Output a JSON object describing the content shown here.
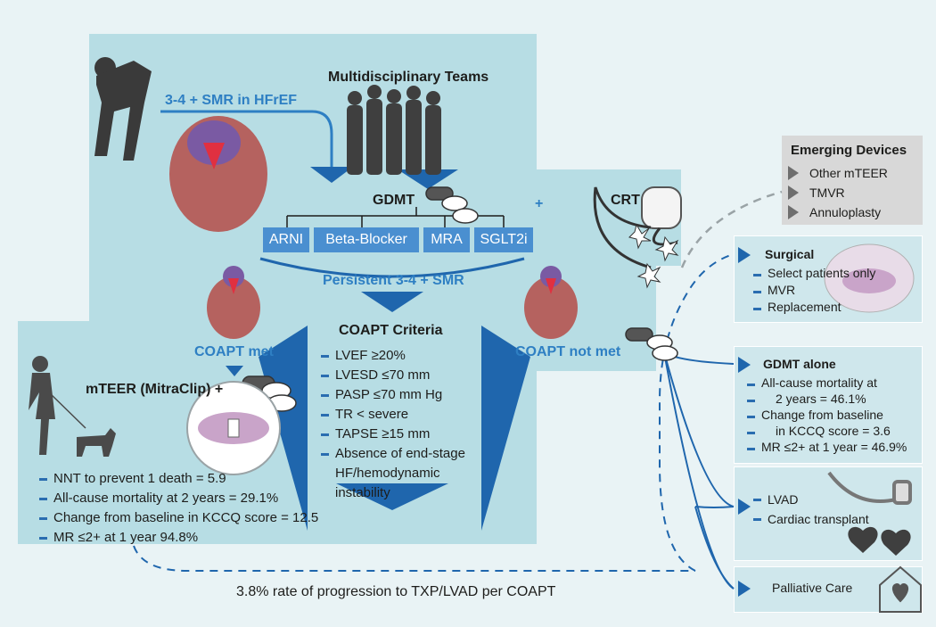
{
  "top": {
    "title": "Multidisciplinary Teams",
    "entry": "3-4 + SMR in HFrEF",
    "gdmt": "GDMT",
    "plus": "+",
    "crt": "CRT",
    "drugs": [
      "ARNI",
      "Beta-Blocker",
      "MRA",
      "SGLT2i"
    ]
  },
  "middle": {
    "persistent": "Persistent 3-4 + SMR",
    "coapt_met": "COAPT met",
    "coapt_not_met": "COAPT not met"
  },
  "criteria": {
    "title": "COAPT Criteria",
    "items": [
      "LVEF ≥20%",
      "LVESD ≤70 mm",
      "PASP ≤70 mm Hg",
      "TR < severe",
      "TAPSE ≥15 mm",
      "Absence of end-stage",
      "HF/hemodynamic",
      "instability"
    ]
  },
  "mteer": {
    "title": "mTEER (MitraClip) +",
    "items": [
      "NNT to prevent 1 death = 5.9",
      "All-cause mortality at 2 years = 29.1%",
      "Change from baseline in KCCQ score = 12.5",
      "MR ≤2+ at 1 year 94.8%"
    ]
  },
  "emerging": {
    "title": "Emerging Devices",
    "items": [
      "Other mTEER",
      "TMVR",
      "Annuloplasty"
    ]
  },
  "surgical": {
    "title": "Surgical",
    "items": [
      "Select patients only",
      "MVR",
      "Replacement"
    ]
  },
  "gdmt_alone": {
    "title": "GDMT alone",
    "lines": [
      "All-cause mortality at",
      "2 years = 46.1%",
      "Change from baseline",
      "in KCCQ score = 3.6",
      "MR ≤2+ at 1 year = 46.9%"
    ]
  },
  "lvad": {
    "items": [
      "LVAD",
      "Cardiac transplant"
    ]
  },
  "palliative": {
    "title": "Palliative Care"
  },
  "footer": "3.8% rate of progression to TXP/LVAD per COAPT",
  "colors": {
    "panel": "#b7dde4",
    "accent": "#2e7fc3",
    "drug_box": "#4a8fd0",
    "arrow": "#1f66ad",
    "background": "#e9f3f5"
  }
}
